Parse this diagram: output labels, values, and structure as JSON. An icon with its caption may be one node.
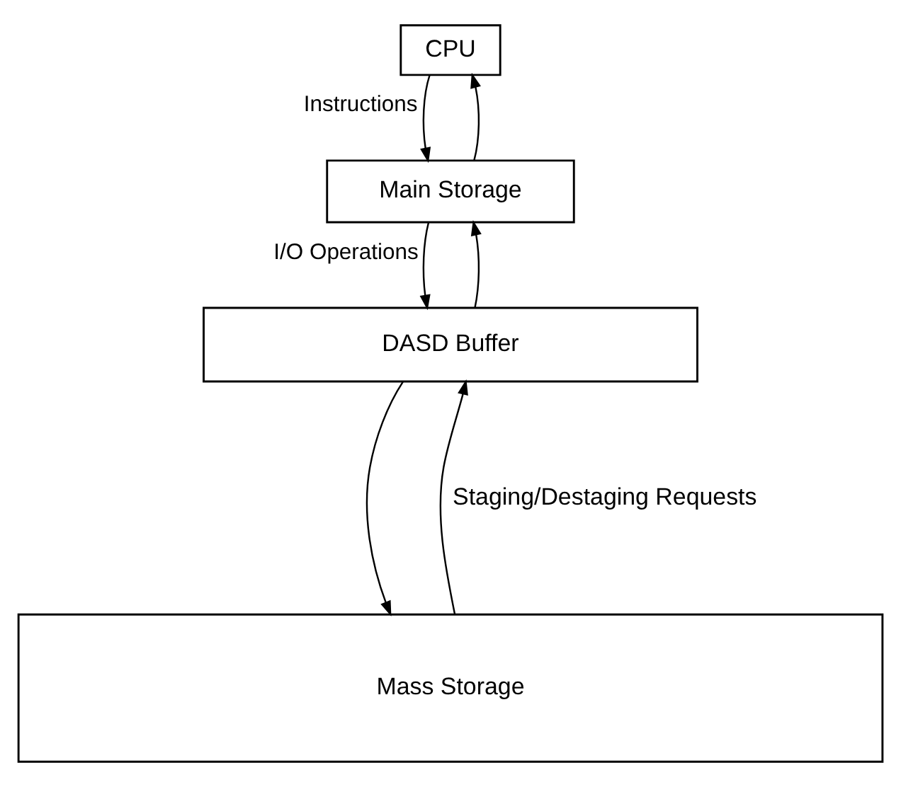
{
  "diagram": {
    "nodes": [
      {
        "text": [
          "CPU"
        ]
      },
      {
        "text": [
          "Main Storage"
        ]
      },
      {
        "text": [
          "DASD Buffer"
        ]
      },
      {
        "text": [
          "Mass Storage"
        ]
      }
    ],
    "edges": [
      {
        "from": 1,
        "to": 0,
        "arrow": "to"
      },
      {
        "from": 0,
        "to": 1,
        "arrow": "to",
        "label": "Instructions"
      },
      {
        "from": 2,
        "to": 1,
        "arrow": "to"
      },
      {
        "from": 1,
        "to": 2,
        "arrow": "to",
        "label": "I/O Operations"
      },
      {
        "from": 3,
        "to": 2,
        "arrow": "to"
      },
      {
        "from": 2,
        "to": 3,
        "arrow": "to"
      }
    ],
    "labels": [
      "Staging/Destaging Requests"
    ]
  }
}
